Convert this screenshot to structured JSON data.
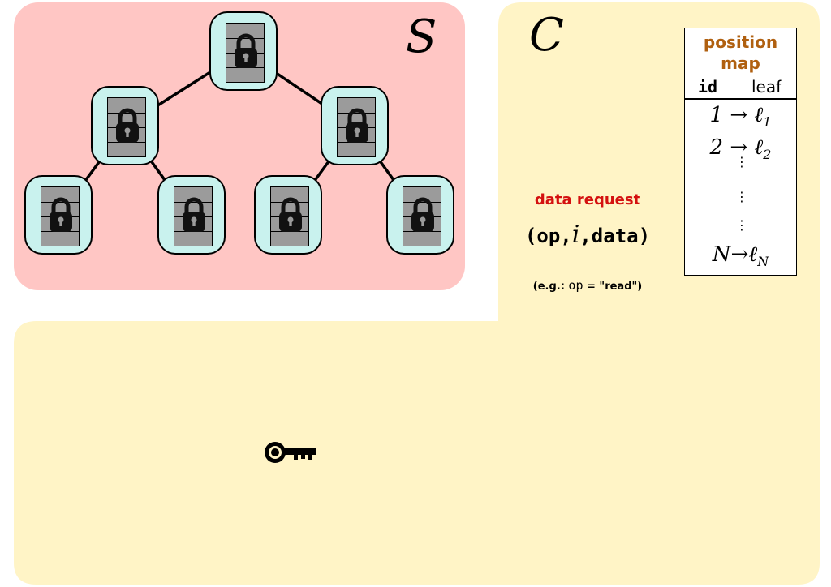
{
  "server": {
    "label": "S",
    "color": "#ffc6c4"
  },
  "client": {
    "label": "C",
    "color": "#fff4c6"
  },
  "tree": {
    "node_color": "#c9f2ee",
    "bucket_color": "#9b9b9b",
    "lock_icon": "padlock-icon",
    "levels": 3,
    "nodes": 7
  },
  "request": {
    "title": "data request",
    "tuple_open": "(op,",
    "tuple_var": "i",
    "tuple_close": ",data)",
    "example_prefix": "(e.g.: ",
    "example_op": "op",
    "example_rest": " = \"read\")"
  },
  "position_map": {
    "title_line1": "position",
    "title_line2": "map",
    "col_id": "id",
    "col_leaf": "leaf",
    "rows": [
      {
        "id": "1",
        "leaf": "ℓ",
        "sub": "1"
      },
      {
        "id": "2",
        "leaf": "ℓ",
        "sub": "2"
      },
      {
        "id": "N",
        "leaf": "ℓ",
        "sub": "N"
      }
    ],
    "arrow": "→",
    "ellipsis": "⋮"
  },
  "key": {
    "icon": "key-icon"
  }
}
